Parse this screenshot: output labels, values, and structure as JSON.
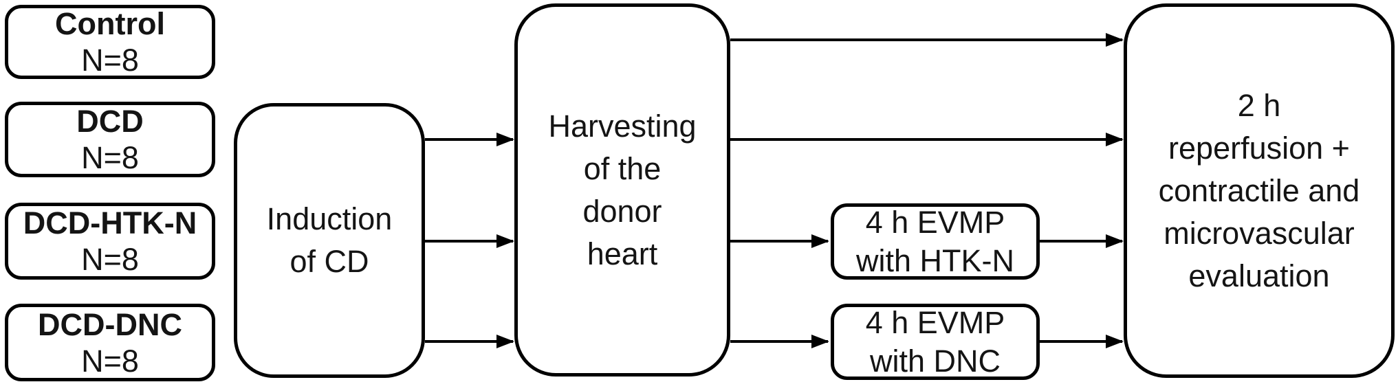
{
  "diagram_title": "study-design-flowchart",
  "colors": {
    "border": "#000000",
    "background": "#ffffff",
    "text": "#141414"
  },
  "groups": [
    {
      "name": "Control",
      "n": "N=8"
    },
    {
      "name": "DCD",
      "n": "N=8"
    },
    {
      "name": "DCD-HTK-N",
      "n": "N=8"
    },
    {
      "name": "DCD-DNC",
      "n": "N=8"
    }
  ],
  "steps": {
    "induction": [
      "Induction",
      "of CD"
    ],
    "harvesting": [
      "Harvesting",
      "of the",
      "donor",
      "heart"
    ],
    "evmp_htkn": [
      "4 h EVMP",
      "with HTK-N"
    ],
    "evmp_dnc": [
      "4 h EVMP",
      "with DNC"
    ],
    "evaluation": [
      "2 h",
      "reperfusion +",
      "contractile and",
      "microvascular",
      "evaluation"
    ]
  }
}
